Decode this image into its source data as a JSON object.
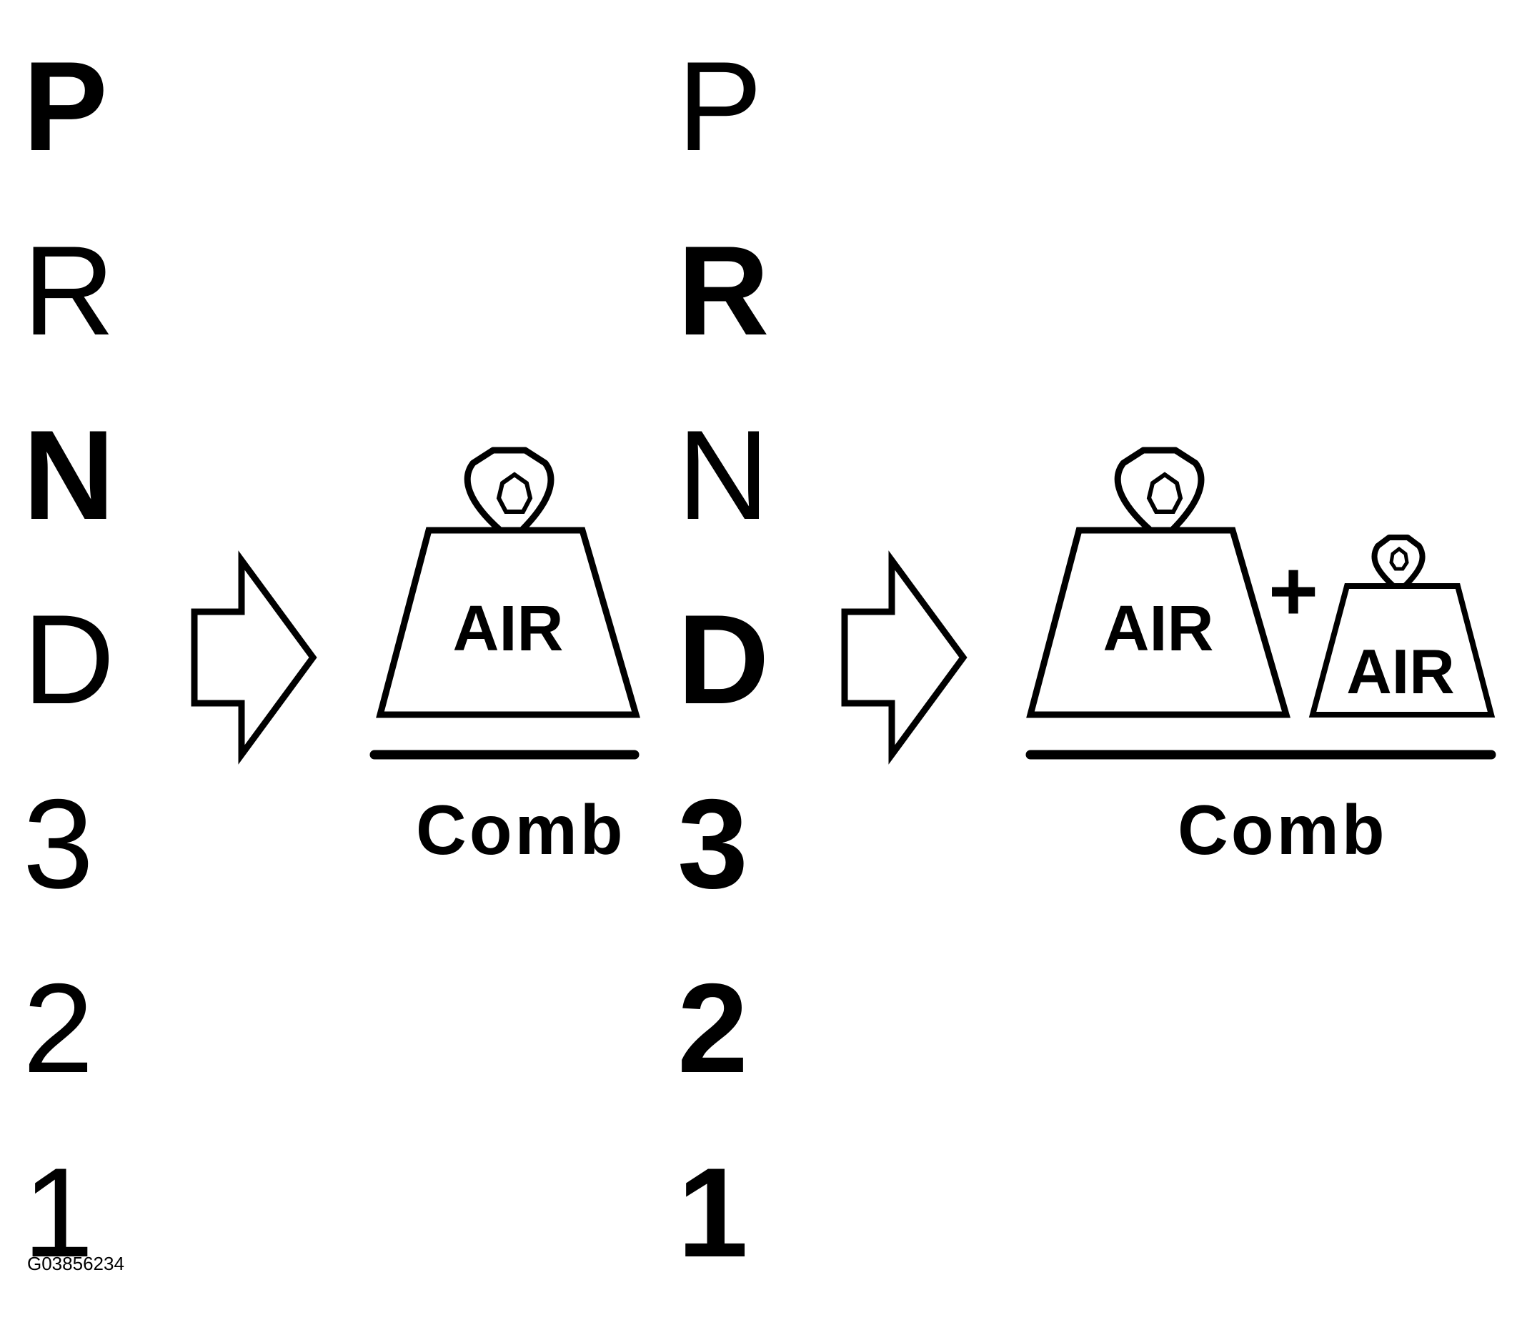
{
  "column_1": {
    "gears": [
      {
        "label": "P",
        "bold": true
      },
      {
        "label": "R",
        "bold": false
      },
      {
        "label": "N",
        "bold": true
      },
      {
        "label": "D",
        "bold": false
      },
      {
        "label": "3",
        "bold": false
      },
      {
        "label": "2",
        "bold": false
      },
      {
        "label": "1",
        "bold": false
      }
    ]
  },
  "column_2": {
    "gears": [
      {
        "label": "P",
        "bold": false
      },
      {
        "label": "R",
        "bold": true
      },
      {
        "label": "N",
        "bold": false
      },
      {
        "label": "D",
        "bold": true
      },
      {
        "label": "3",
        "bold": true
      },
      {
        "label": "2",
        "bold": true
      },
      {
        "label": "1",
        "bold": true
      }
    ]
  },
  "panel_1": {
    "weight_label": "AIR",
    "caption": "Comb"
  },
  "panel_2": {
    "large_weight_label": "AIR",
    "plus_sign": "+",
    "small_weight_label": "AIR",
    "caption": "Comb"
  },
  "figure_id": "G03856234",
  "colors": {
    "ink": "#000000",
    "background": "#ffffff"
  }
}
